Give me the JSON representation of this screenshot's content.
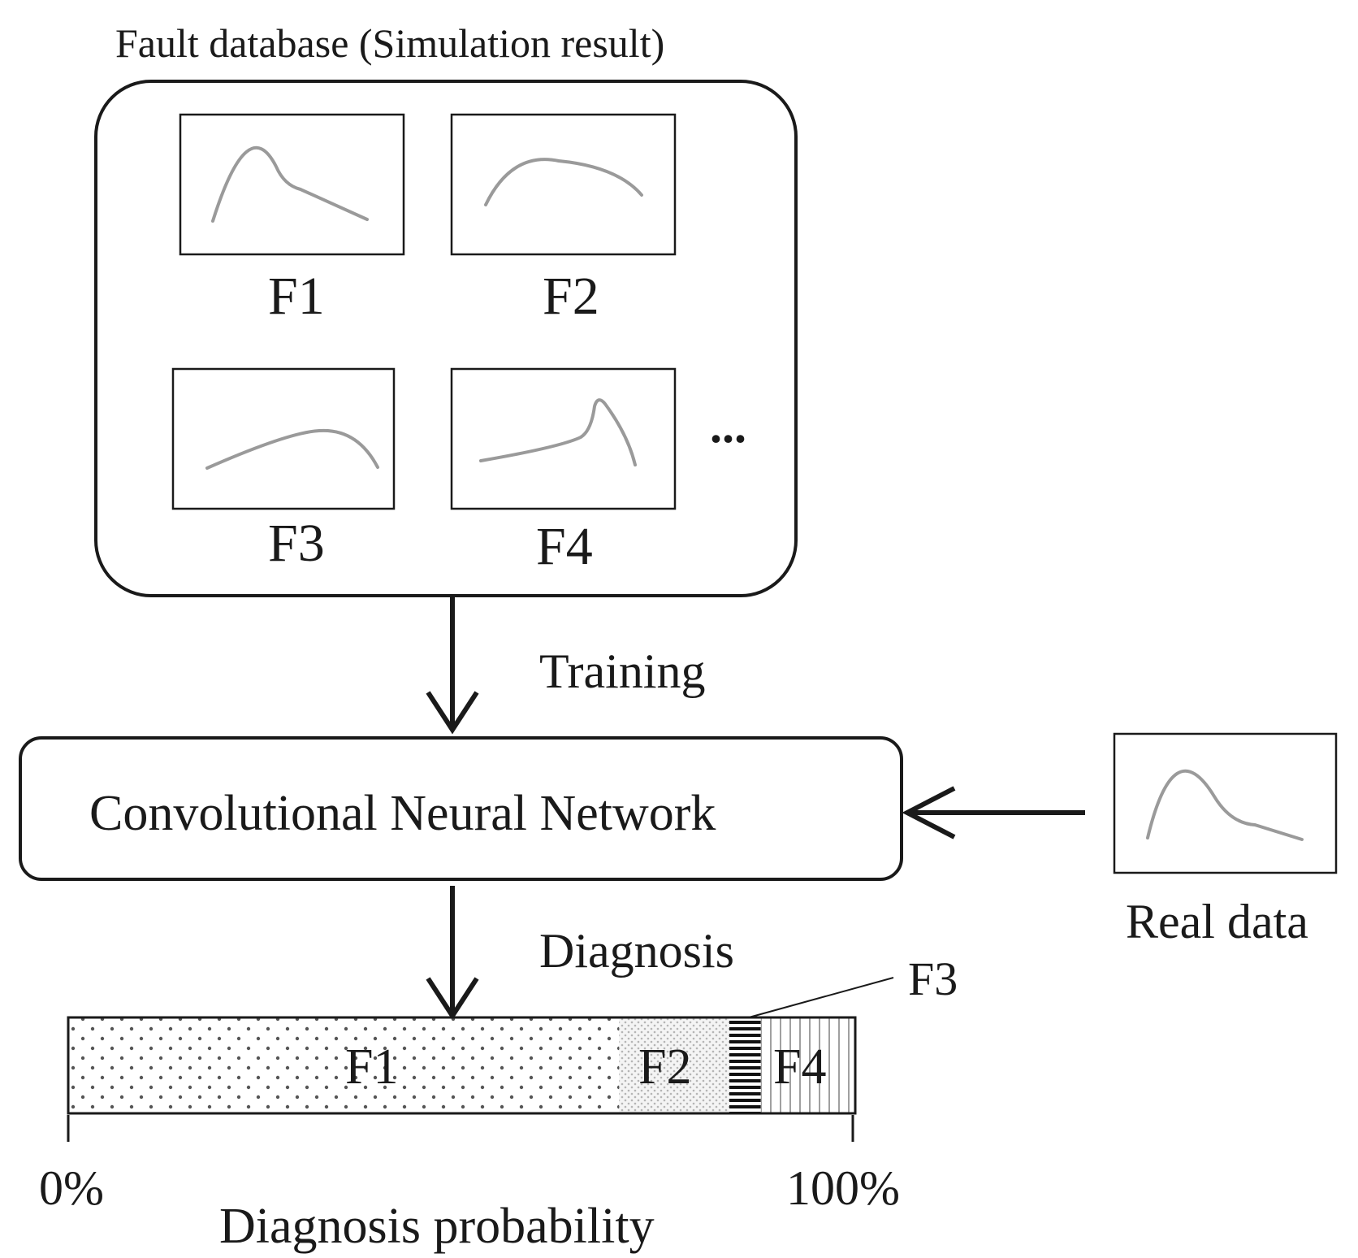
{
  "title": "Fault database (Simulation result)",
  "faults": [
    {
      "label": "F1"
    },
    {
      "label": "F2"
    },
    {
      "label": "F3"
    },
    {
      "label": "F4"
    }
  ],
  "more": "...",
  "training_label": "Training",
  "cnn_label": "Convolutional Neural Network",
  "real_data_label": "Real data",
  "diagnosis_label": "Diagnosis",
  "bar": {
    "segments": [
      {
        "label": "F1",
        "fraction": 0.7
      },
      {
        "label": "F2",
        "fraction": 0.14
      },
      {
        "label": "F3",
        "fraction": 0.04
      },
      {
        "label": "F4",
        "fraction": 0.12
      }
    ],
    "callout": "F3",
    "axis_start": "0%",
    "axis_end": "100%",
    "axis_title": "Diagnosis probability"
  },
  "colors": {
    "line": "#1a1a1a",
    "curve": "#9a9a9a"
  }
}
